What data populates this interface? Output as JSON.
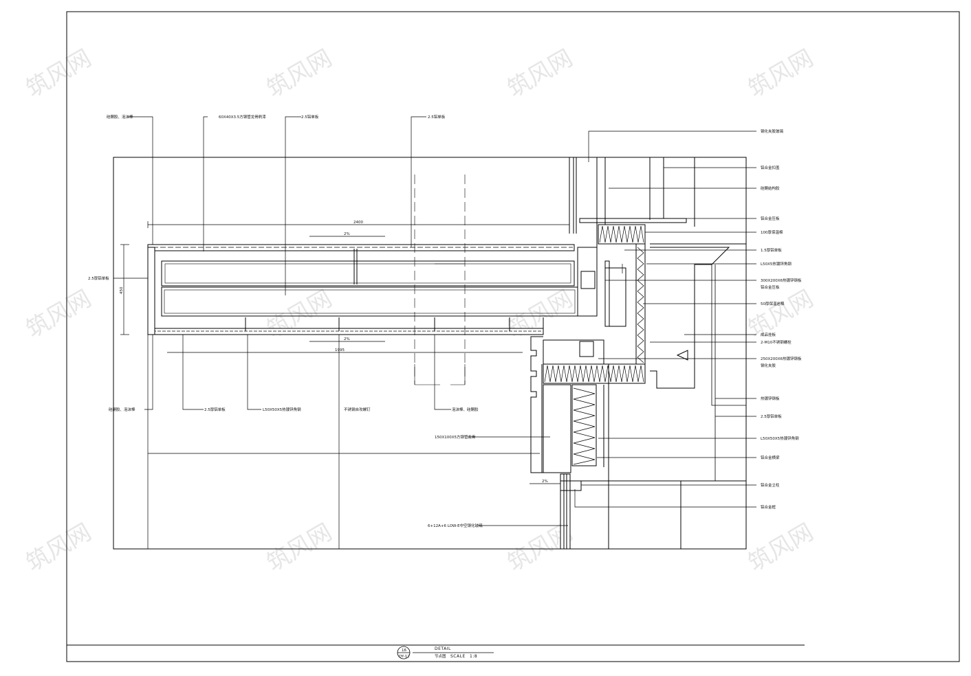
{
  "watermark": "筑风网",
  "labels": {
    "top": [
      "硅酮胶、泡沫棒",
      "60X40X3.5方钢管龙骨刷漆",
      "2.5铝单板",
      "2.5铝单板"
    ],
    "right": [
      "钢化夹胶玻璃",
      "铝合金扣盖",
      "硅酮结构胶",
      "铝合金压板",
      "100厚保温棉",
      "1.5厚铝单板",
      "L50X5热镀锌角钢",
      "300X200X6热镀锌钢板",
      "铝合金压板",
      "50厚保温岩棉",
      "成品挂板",
      "2-M10不锈钢螺栓",
      "250X200X6热镀锌钢板",
      "钢化夹胶",
      "热镀锌钢板",
      "2.5厚铝单板",
      "L50X50X5热镀锌角钢",
      "铝合金横梁",
      "铝合金立柱",
      "铝合金框"
    ],
    "left": "2.5厚铝单板",
    "bottom": [
      "硅酮胶、泡沫棒",
      "2.5厚铝单板",
      "L50X50X5热镀锌角钢",
      "不锈钢自攻螺钉",
      "泡沫棒、硅酮胶"
    ],
    "mid": "150X100X5方钢管龙骨",
    "glass": "6+12A+6 LOW-E中空钢化玻璃"
  },
  "dims": {
    "width_top": "2400",
    "width_bottom": "1995",
    "height": "450",
    "slope_top": "2%",
    "slope_bottom": "2%",
    "slope_small": "2%"
  },
  "title_block": {
    "ref_top": "16",
    "ref_bottom": "DY-12",
    "title": "DETAIL",
    "subtitle": "节点图",
    "scale_label": "SCALE",
    "scale_value": "1:8"
  }
}
